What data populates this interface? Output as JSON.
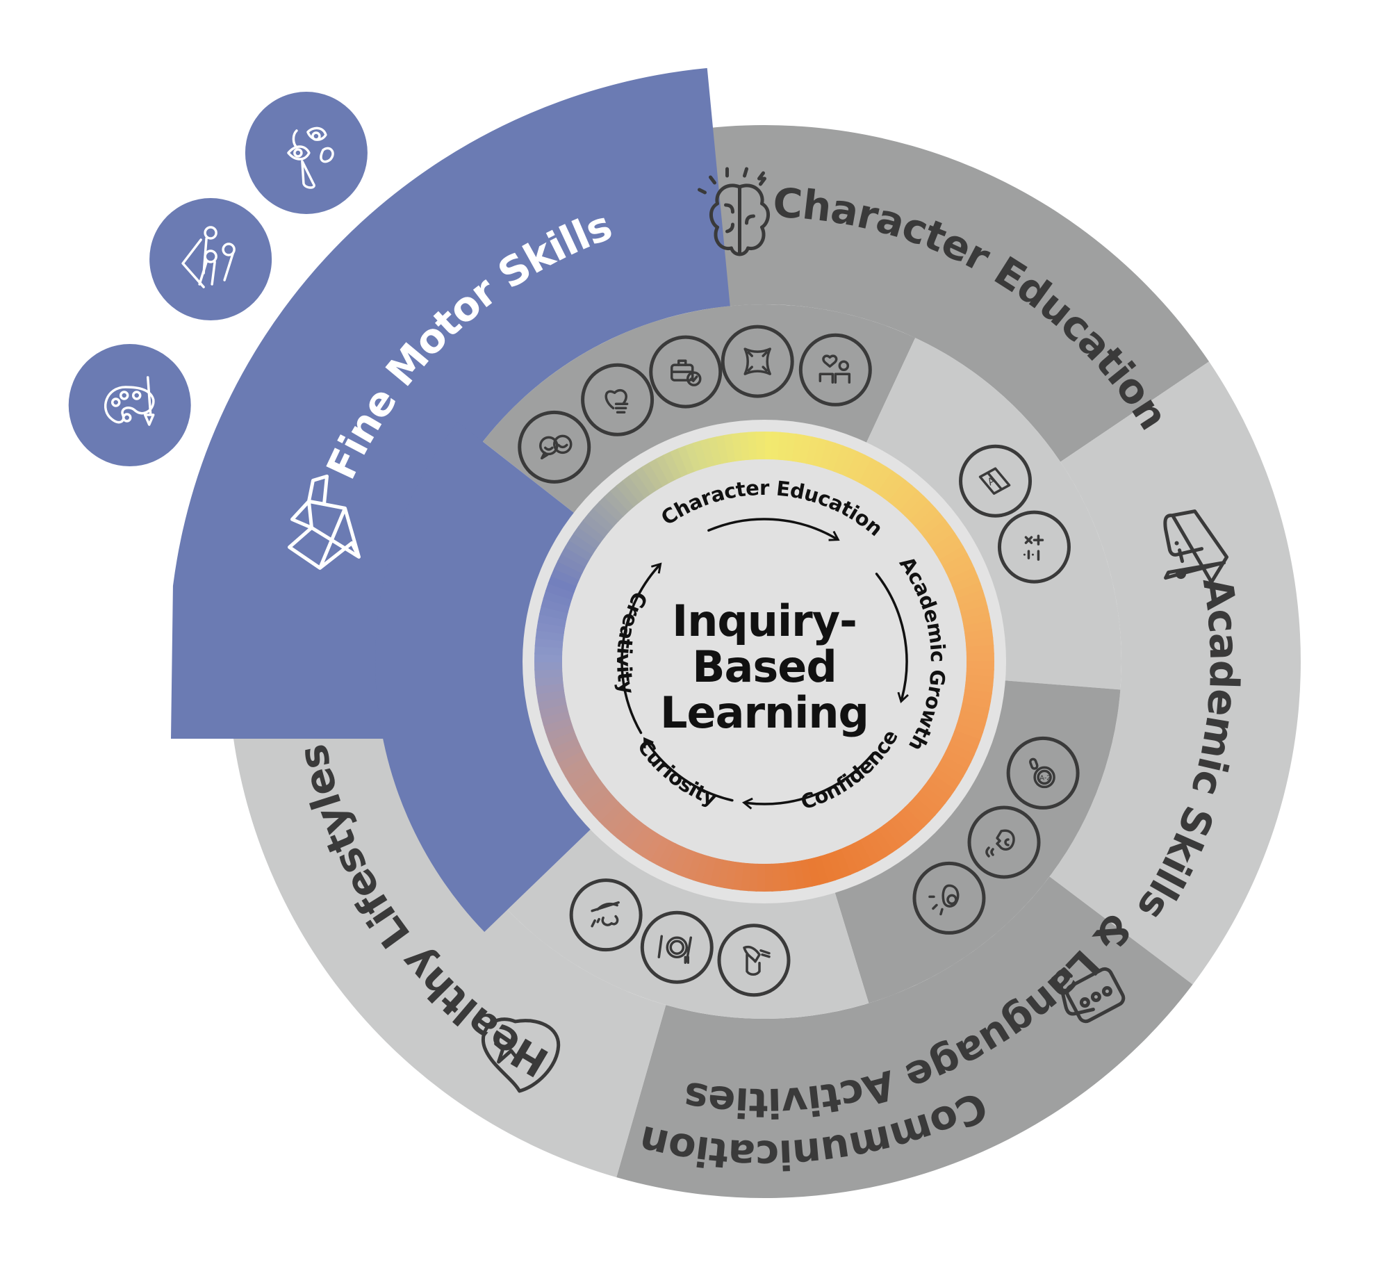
{
  "center": {
    "title_lines": [
      "Inquiry-",
      "Based",
      "Learning"
    ],
    "cycle": [
      "Character Education",
      "Academic Growth",
      "Confidence",
      "Curiosity",
      "Creativity"
    ]
  },
  "colors": {
    "blue": "#6b7bb3",
    "dark_gray": "#9fa0a0",
    "light_gray": "#c9caca",
    "center_fill": "#e1e1e1",
    "label_text": "#3a3a3a",
    "ring_gradient": [
      "#f2e96f",
      "#f5c866",
      "#f4a45a",
      "#e97a32",
      "#c8958b",
      "#8d98c8",
      "#7380bd",
      "#d6d98a"
    ]
  },
  "sectors": [
    {
      "id": "fine-motor",
      "label_lines": [
        "Fine Motor Skills"
      ],
      "main_icon": "tangram-icon",
      "icons": [
        "palette-icon",
        "scissors-cutting-icon",
        "face-parts-icon"
      ]
    },
    {
      "id": "character",
      "label_lines": [
        "Character Education"
      ],
      "main_icon": "brain-icon",
      "icons": [
        "emoji-chat-icon",
        "heart-handshake-icon",
        "briefcase-check-icon",
        "stretch-icon",
        "friends-heart-icon"
      ]
    },
    {
      "id": "academic",
      "label_lines": [
        "Academic Skills"
      ],
      "main_icon": "graduation-cap-icon",
      "icons": [
        "alphabet-book-icon",
        "math-symbols-icon"
      ]
    },
    {
      "id": "communication",
      "label_lines": [
        "Communication",
        "& Language Activities"
      ],
      "main_icon": "chat-bubbles-icon",
      "icons": [
        "magnifier-az-icon",
        "speaking-head-icon",
        "mouth-sound-icon"
      ]
    },
    {
      "id": "healthy",
      "label_lines": [
        "Healthy Lifestyles"
      ],
      "main_icon": "heart-pulse-icon",
      "icons": [
        "washing-produce-icon",
        "plate-cutlery-icon",
        "hand-washing-icon"
      ]
    }
  ]
}
